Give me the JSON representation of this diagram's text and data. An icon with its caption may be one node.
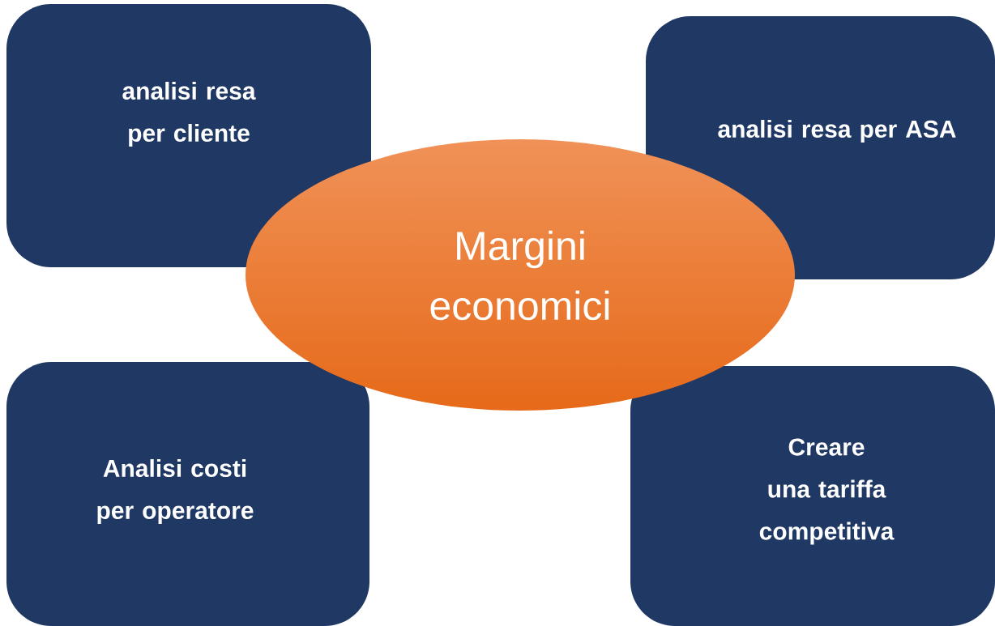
{
  "diagram": {
    "nodes": [
      {
        "text": [
          "analisi resa per cliente"
        ]
      },
      {
        "text": [
          "analisi resa per ASA"
        ]
      },
      {
        "text": [
          "Margini economici"
        ]
      },
      {
        "text": [
          "Analisi costi per operatore"
        ]
      },
      {
        "text": [
          "Creare una tariffa competitiva"
        ]
      }
    ]
  }
}
